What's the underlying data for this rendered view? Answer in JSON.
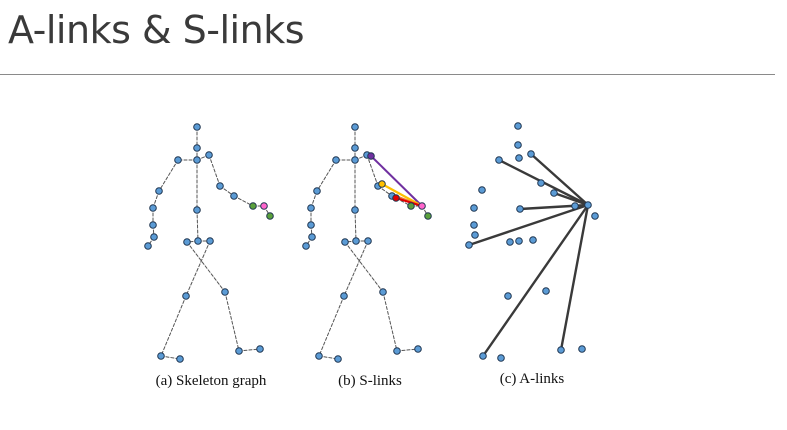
{
  "slide": {
    "title": "A-links & S-links"
  },
  "panels": [
    {
      "id": "a",
      "caption": "(a) Skeleton graph"
    },
    {
      "id": "b",
      "caption": "(b) S-links"
    },
    {
      "id": "c",
      "caption": "(c) A-links"
    }
  ],
  "colors": {
    "joint_fill": "#5b9bd5",
    "joint_stroke": "#1f3550",
    "bone": "#555555",
    "selected_joint": "#ff66cc",
    "green_joint": "#5aa03c",
    "purple": "#7030a0",
    "yellow": "#ffc000",
    "orange": "#ed7d31",
    "red": "#e00000",
    "a_link": "#3a3a3a"
  }
}
